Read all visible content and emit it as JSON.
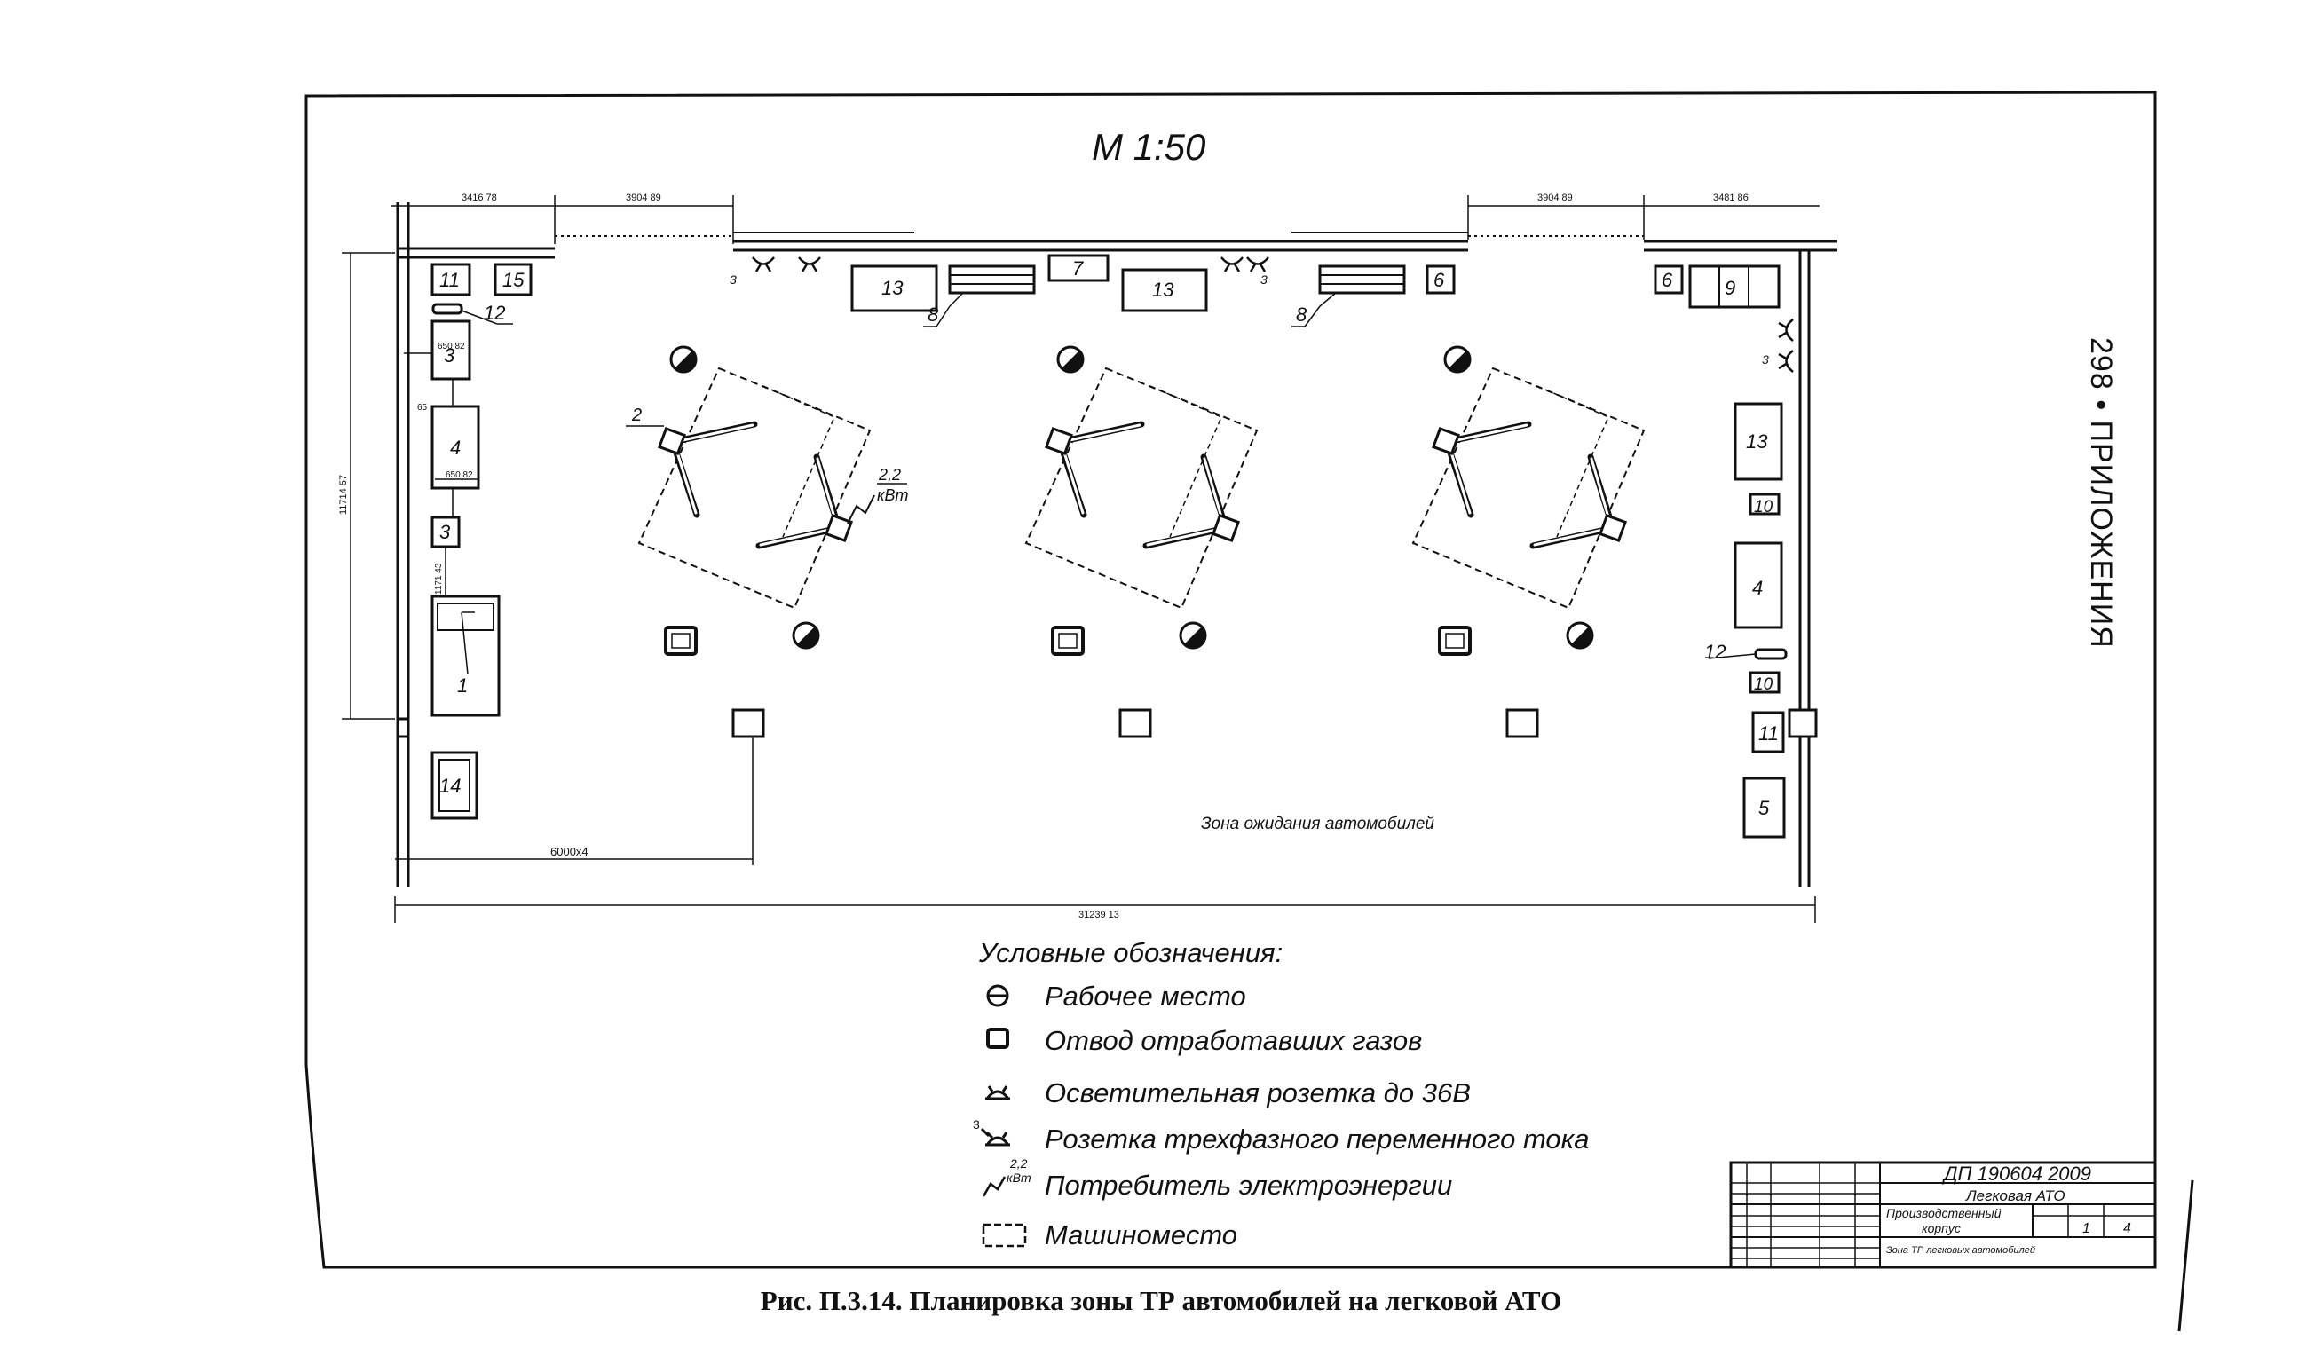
{
  "page_header": {
    "page_number": "298",
    "bullet": "•",
    "section": "ПРИЛОЖЕНИЯ"
  },
  "scale": "М 1:50",
  "dimensions": {
    "top_left_1": "3416 78",
    "top_left_2": "3904 89",
    "top_right_1": "3904 89",
    "top_right_2": "3481 86",
    "left_vertical": "11714 57",
    "small_a": "650 82",
    "small_b": "65",
    "small_c": "650 82",
    "small_d": "1171 43",
    "bay_width": "6000х4",
    "total_width": "31239 13"
  },
  "equipment_labels": {
    "n1": "1",
    "n2": "2",
    "n3": "3",
    "n4": "4",
    "n5": "5",
    "n6": "6",
    "n7": "7",
    "n8": "8",
    "n9": "9",
    "n10": "10",
    "n11": "11",
    "n12": "12",
    "n13": "13",
    "n14": "14",
    "n15": "15",
    "phase": "3"
  },
  "power": {
    "value": "2,2",
    "unit": "кВт"
  },
  "waiting_zone": "Зона ожидания автомобилей",
  "legend": {
    "title": "Условные   обозначения:",
    "items": [
      {
        "symbol": "workplace-icon",
        "text": "Рабочее   место"
      },
      {
        "symbol": "exhaust-icon",
        "text": "Отвод отработавших газов"
      },
      {
        "symbol": "lighting-socket-icon",
        "text": "Осветительная розетка до 36В"
      },
      {
        "symbol": "three-phase-socket-icon",
        "text": "Розетка трехфазного переменного тока"
      },
      {
        "symbol": "consumer-icon",
        "text": "Потребитель электроэнергии"
      },
      {
        "symbol": "car-place-icon",
        "text": "Машиноместо"
      }
    ]
  },
  "title_block": {
    "doc_code": "ДП 190604 2009",
    "org": "Легковая АТО",
    "building_line1": "Производственный",
    "building_line2": "корпус",
    "sheet": "1",
    "sheets": "4",
    "drawing_name": "Зона ТР легковых автомобилей"
  },
  "caption": {
    "figure": "Рис. П.3.14.",
    "text": "Планировка зоны ТР автомобилей на легковой АТО"
  }
}
